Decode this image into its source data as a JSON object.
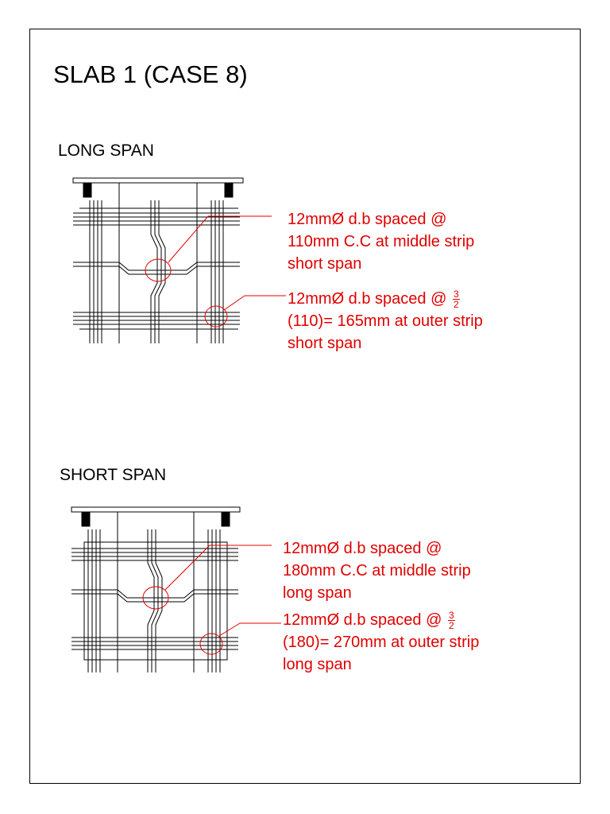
{
  "title": "SLAB 1 (CASE 8)",
  "colors": {
    "annotation": "#e00000",
    "linework": "#000000"
  },
  "sections": [
    {
      "label": "LONG SPAN",
      "notes": [
        {
          "lines": [
            "12mmØ d.b spaced @",
            "110mm C.C at middle strip",
            "short span"
          ]
        },
        {
          "line1_prefix": "12mmØ d.b spaced @ ",
          "fraction": {
            "numerator": "3",
            "denominator": "2"
          },
          "lines": [
            "(110)= 165mm at outer strip",
            "short span"
          ]
        }
      ]
    },
    {
      "label": "SHORT SPAN",
      "notes": [
        {
          "lines": [
            "12mmØ d.b spaced @",
            "180mm C.C at middle strip",
            "long span"
          ]
        },
        {
          "line1_prefix": "12mmØ d.b spaced @ ",
          "fraction": {
            "numerator": "3",
            "denominator": "2"
          },
          "lines": [
            "(180)= 270mm at outer strip",
            "long span"
          ]
        }
      ]
    }
  ]
}
